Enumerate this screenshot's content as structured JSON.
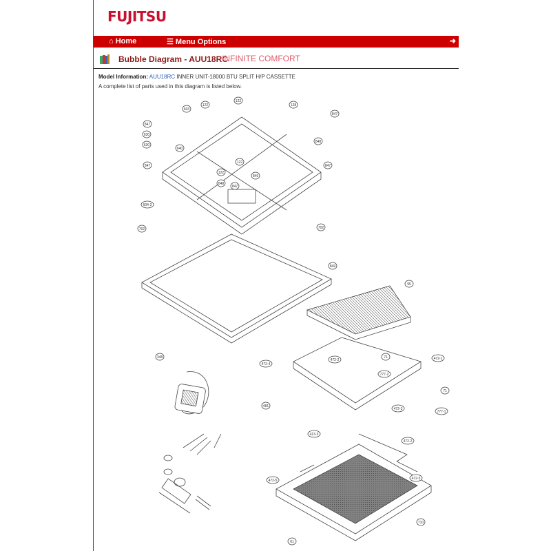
{
  "brand": {
    "logo_text": "FUJITSU"
  },
  "nav": {
    "home_label": "Home",
    "menu_label": "Menu Options",
    "home_icon": "home-icon",
    "menu_icon": "hamburger-icon",
    "logout_icon": "logout-icon"
  },
  "header": {
    "title": "Bubble Diagram - AUU18RC",
    "tagline": "INFINITE COMFORT"
  },
  "model": {
    "label": "Model Information:",
    "model_link": "AUU18RC",
    "description": "INNER UNIT-18000 BTU SPLIT H/P CASSETTE"
  },
  "intro": "A complete list of parts used in this diagram is listed below.",
  "diagram": {
    "bubbles": [
      "122",
      "122",
      "603",
      "128",
      "847",
      "847",
      "847",
      "630",
      "630",
      "640",
      "122",
      "847",
      "849",
      "848",
      "122",
      "847",
      "604-2",
      "702",
      "702",
      "848",
      "849",
      "95",
      "348",
      "472-4",
      "472-2",
      "71",
      "777-2",
      "472-1",
      "71",
      "777-1",
      "472-3",
      "481",
      "413-3",
      "472-2",
      "472-5",
      "472-5",
      "710",
      "61"
    ]
  }
}
